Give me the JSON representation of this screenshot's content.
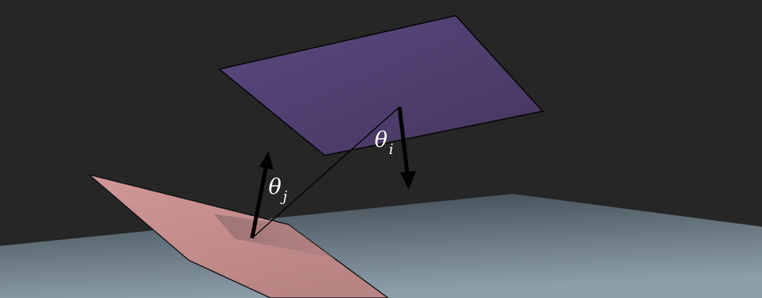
{
  "scene": {
    "background_color": "#262626",
    "floor_color_near": "#8d9ea8",
    "floor_color_far": "#3a454f",
    "upper_patch_color": "#53416f",
    "lower_patch_color": "#c98f8e",
    "arrow_color": "#000000"
  },
  "labels": {
    "theta_i": {
      "symbol": "θ",
      "subscript": "i"
    },
    "theta_j": {
      "symbol": "θ",
      "subscript": "j"
    }
  }
}
